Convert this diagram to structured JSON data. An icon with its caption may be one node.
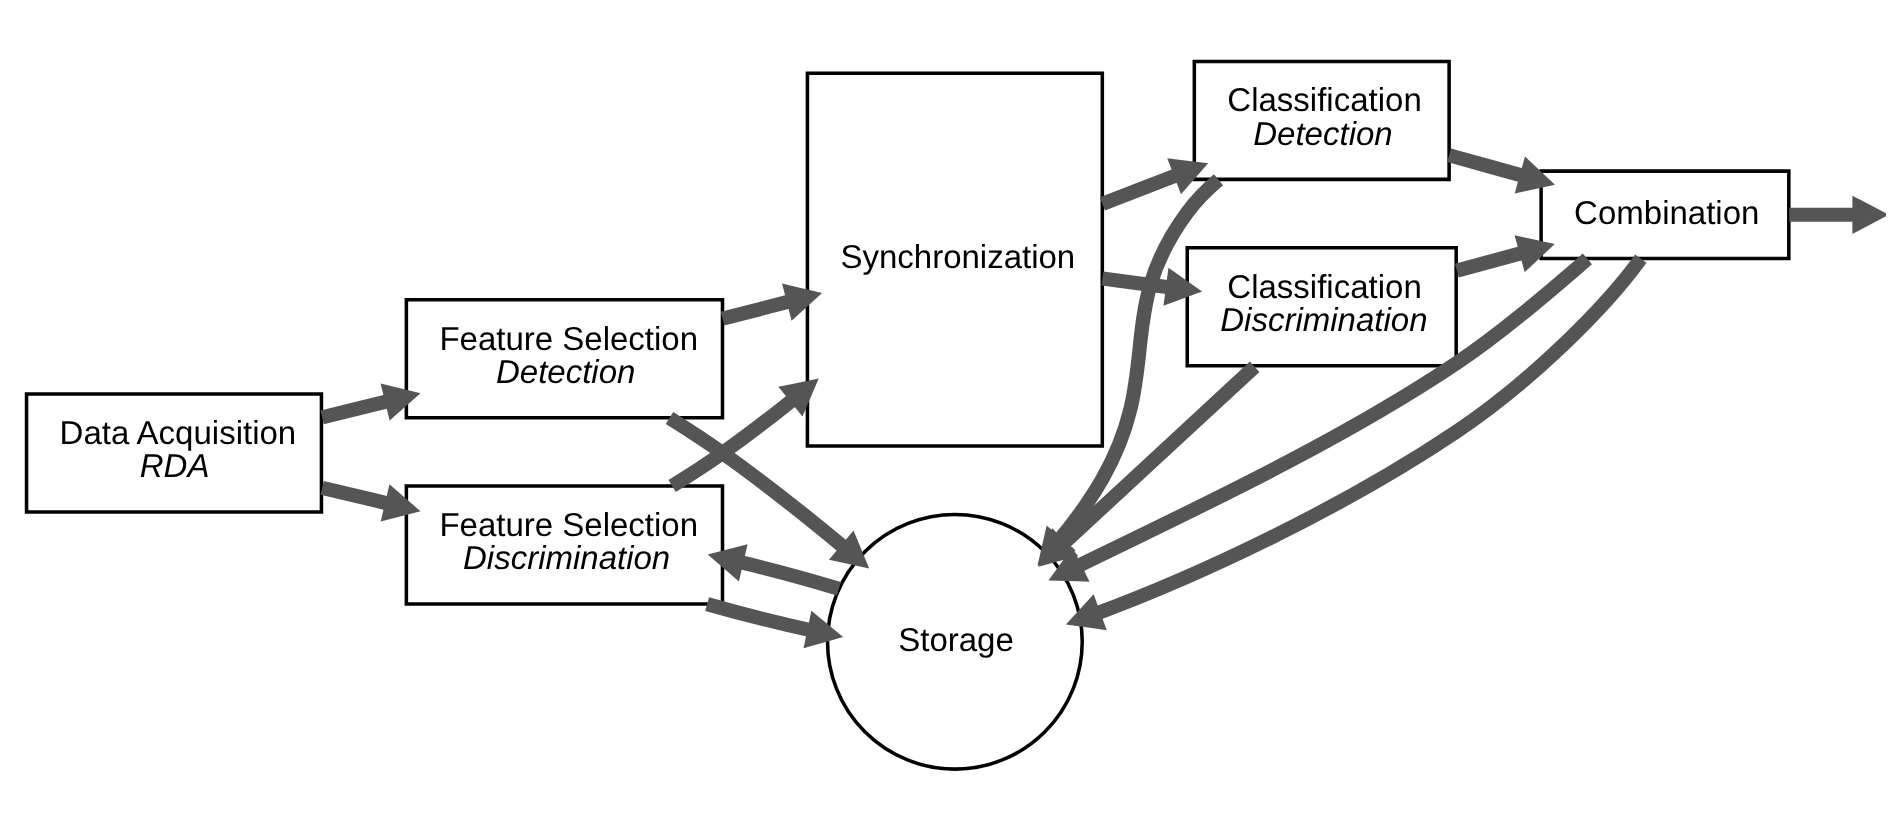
{
  "diagram": {
    "nodes": [
      {
        "text": [
          "Data Acquisition",
          "RDA"
        ]
      },
      {
        "text": [
          "Feature Selection",
          "Detection"
        ]
      },
      {
        "text": [
          "Feature Selection",
          "Discrimination"
        ]
      },
      {
        "text": [
          "Synchronization"
        ]
      },
      {
        "text": [
          "Classification",
          "Detection"
        ]
      },
      {
        "text": [
          "Classification",
          "Discrimination"
        ]
      },
      {
        "text": [
          "Combination"
        ]
      },
      {
        "text": [
          "Storage"
        ]
      }
    ],
    "edges": [
      {
        "from": 0,
        "to": 1,
        "arrow": "to"
      },
      {
        "from": 0,
        "to": 2,
        "arrow": "to"
      },
      {
        "from": 1,
        "to": 3,
        "arrow": "to"
      },
      {
        "from": 2,
        "to": 3,
        "arrow": "to"
      },
      {
        "from": 3,
        "to": 4,
        "arrow": "to"
      },
      {
        "from": 3,
        "to": 5,
        "arrow": "to"
      },
      {
        "from": 4,
        "to": 6,
        "arrow": "to"
      },
      {
        "from": 5,
        "to": 6,
        "arrow": "to"
      },
      {
        "from": 6,
        "to": null,
        "arrow": "to"
      },
      {
        "from": 1,
        "to": 7,
        "arrow": "to"
      },
      {
        "from": 2,
        "to": 7,
        "arrow": "to"
      },
      {
        "from": 7,
        "to": 2,
        "arrow": "to"
      },
      {
        "from": 4,
        "to": 7,
        "arrow": "to"
      },
      {
        "from": 5,
        "to": 7,
        "arrow": "to"
      },
      {
        "from": 6,
        "to": 7,
        "arrow": "to"
      },
      {
        "from": 6,
        "to": 7,
        "arrow": "to"
      }
    ]
  }
}
